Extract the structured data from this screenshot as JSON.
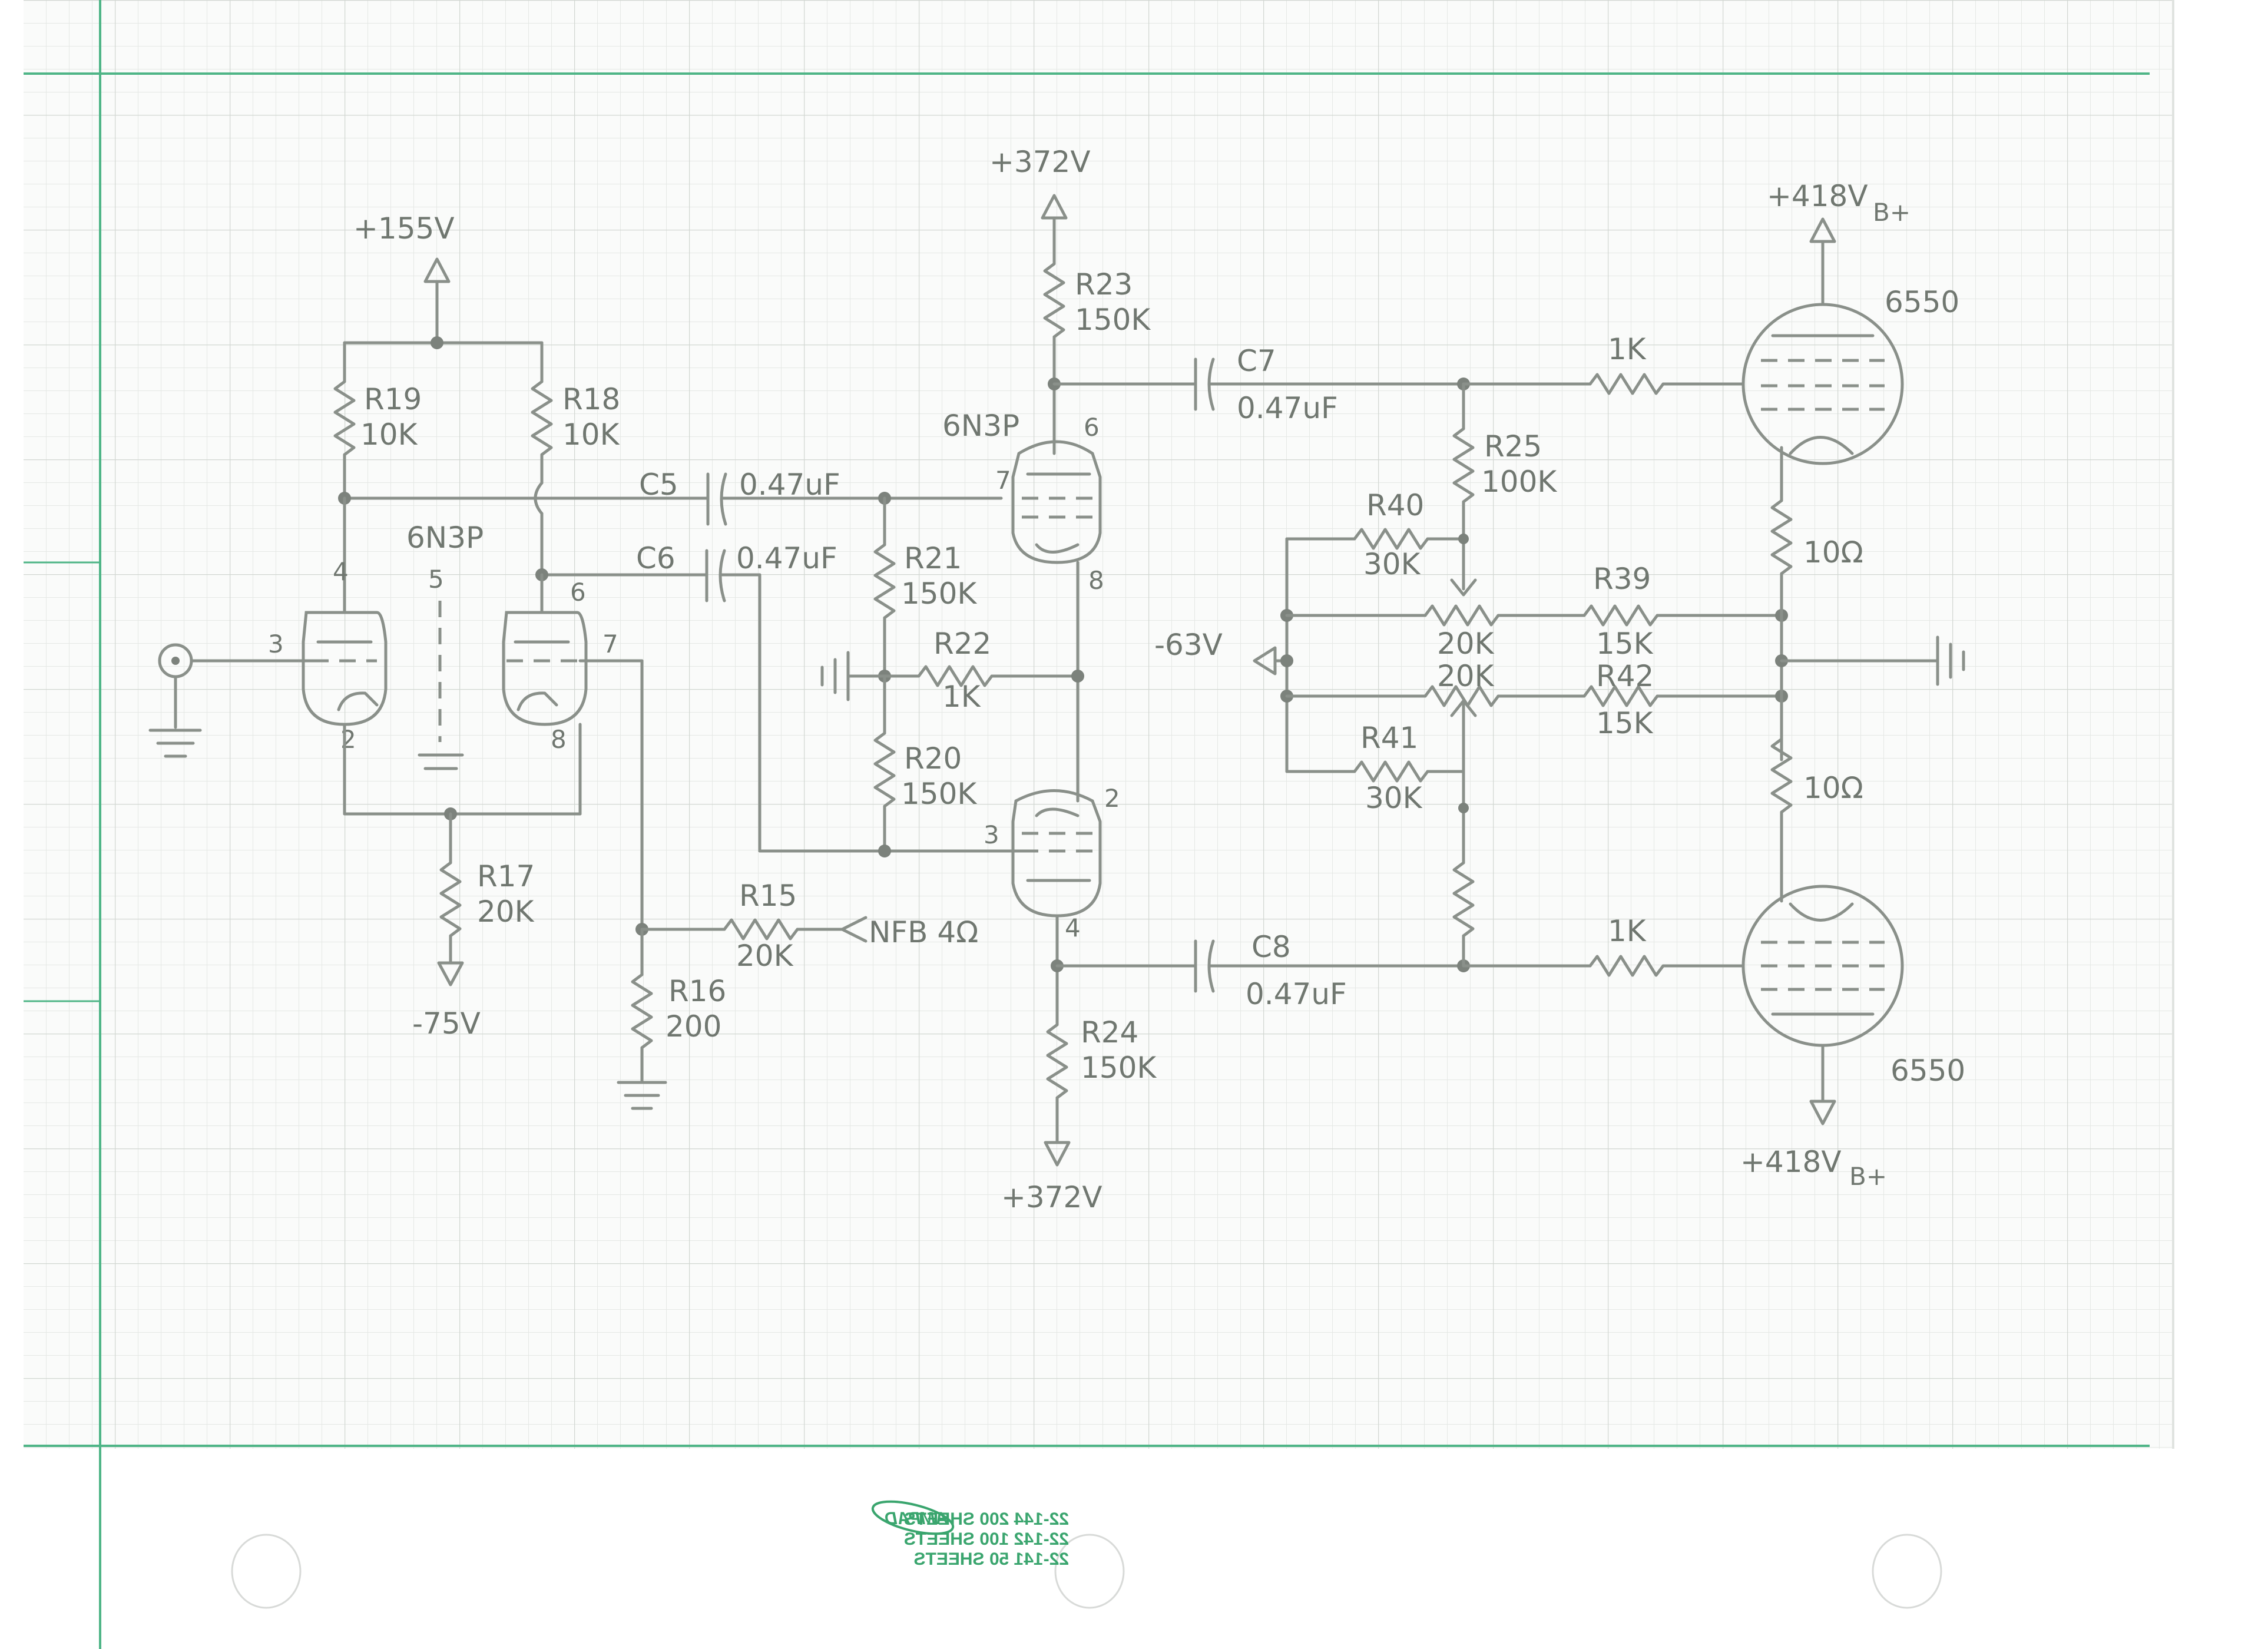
{
  "supplies": {
    "plus155": "+155V",
    "plus372_top": "+372V",
    "plus372_bot": "+372V",
    "plus418_top": "+418V",
    "plus418_bot": "+418V",
    "bplus_top": "B+",
    "bplus_bot": "B+",
    "minus75": "-75V",
    "minus63": "-63V"
  },
  "tubes": {
    "v1_type": "6N3P",
    "v2_type": "6N3P",
    "out_top_type": "6550",
    "out_bot_type": "6550"
  },
  "pins": {
    "v1a_grid": "3",
    "v1a_plate": "4",
    "v1a_cath": "2",
    "v1b_plate": "6",
    "v1b_grid": "7",
    "v1b_cath": "8",
    "v1_heater": "5",
    "v2a_plate": "6",
    "v2a_grid": "7",
    "v2a_cath": "8",
    "v2b_plate": "2",
    "v2b_grid": "3",
    "v2b_cath": "4"
  },
  "resistors": {
    "r19_name": "R19",
    "r19_val": "10K",
    "r18_name": "R18",
    "r18_val": "10K",
    "r17_name": "R17",
    "r17_val": "20K",
    "r16_name": "R16",
    "r16_val": "200",
    "r15_name": "R15",
    "r15_val": "20K",
    "r23_name": "R23",
    "r23_val": "150K",
    "r21_name": "R21",
    "r21_val": "150K",
    "r22_name": "R22",
    "r22_val": "1K",
    "r20_name": "R20",
    "r20_val": "150K",
    "r24_name": "R24",
    "r24_val": "150K",
    "r25_name": "R25",
    "r25_val": "100K",
    "r40_name": "R40",
    "r40_val": "30K",
    "r41_name": "R41",
    "r41_val": "30K",
    "pot1_val": "20K",
    "pot2_val": "20K",
    "r39_name": "R39",
    "r39_val": "15K",
    "r42_name": "R42",
    "r42_val": "15K",
    "grid_top_val": "1K",
    "grid_bot_val": "1K",
    "cath_top_val": "10Ω",
    "cath_bot_val": "10Ω"
  },
  "capacitors": {
    "c5_name": "C5",
    "c5_val": "0.47uF",
    "c6_name": "C6",
    "c6_val": "0.47uF",
    "c7_name": "C7",
    "c7_val": "0.47uF",
    "c8_name": "C8",
    "c8_val": "0.47uF"
  },
  "nfb_label": "NFB 4Ω",
  "pad_brand": {
    "logo_text": "AMPAD",
    "row1": "22-141   50 SHEETS",
    "row2": "22-142  100 SHEETS",
    "row3": "22-144  200 SHEETS"
  },
  "colors": {
    "pencil": "#8a908a",
    "grid_minor": "#e5e8e5",
    "grid_major": "#d2d7d2",
    "margin_green": "#4fb587",
    "brand_green": "#3aa56e"
  }
}
